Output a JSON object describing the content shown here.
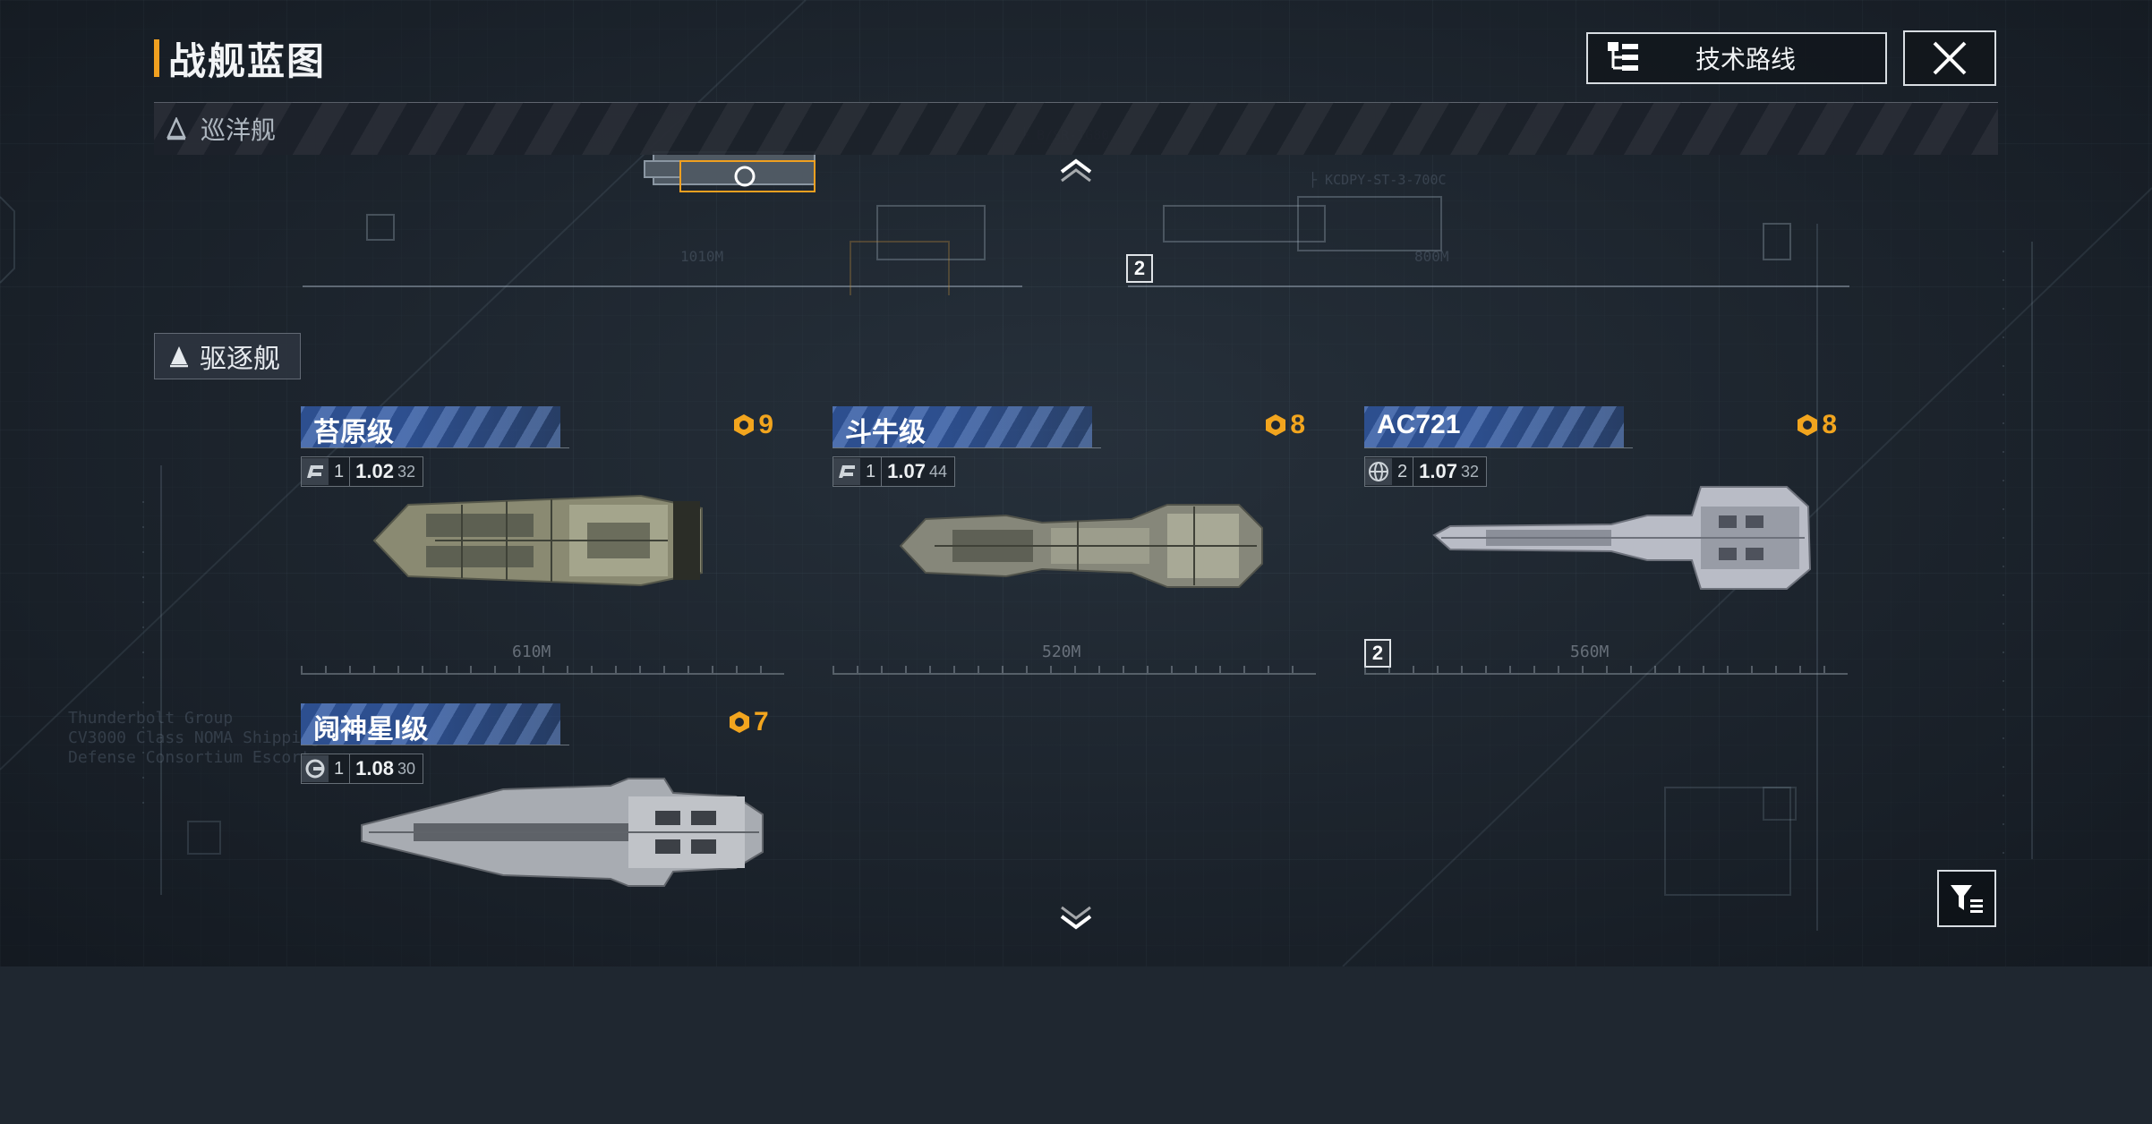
{
  "header": {
    "title": "战舰蓝图",
    "tech_button_label": "技术路线",
    "close_icon": "close-icon"
  },
  "sections": {
    "cruiser": {
      "label": "巡洋舰"
    },
    "destroyer": {
      "label": "驱逐舰"
    }
  },
  "partial_cruisers": [
    {
      "tier": "2"
    }
  ],
  "destroyers": [
    {
      "name": "苔原级",
      "cost": "9",
      "stat_icon": "armor-icon",
      "level": "1",
      "value": "1.02",
      "sub": "32"
    },
    {
      "name": "斗牛级",
      "cost": "8",
      "stat_icon": "armor-icon",
      "level": "1",
      "value": "1.07",
      "sub": "44"
    },
    {
      "name": "AC721",
      "cost": "8",
      "stat_icon": "globe-icon",
      "level": "2",
      "value": "1.07",
      "sub": "32",
      "tier": "2"
    },
    {
      "name": "阋神星I级",
      "cost": "7",
      "stat_icon": "shield-icon",
      "level": "1",
      "value": "1.08",
      "sub": "30"
    }
  ],
  "colors": {
    "accent_orange": "#f2a51e",
    "name_band_blue": "#2d4f8f",
    "background": "#1f2730"
  }
}
